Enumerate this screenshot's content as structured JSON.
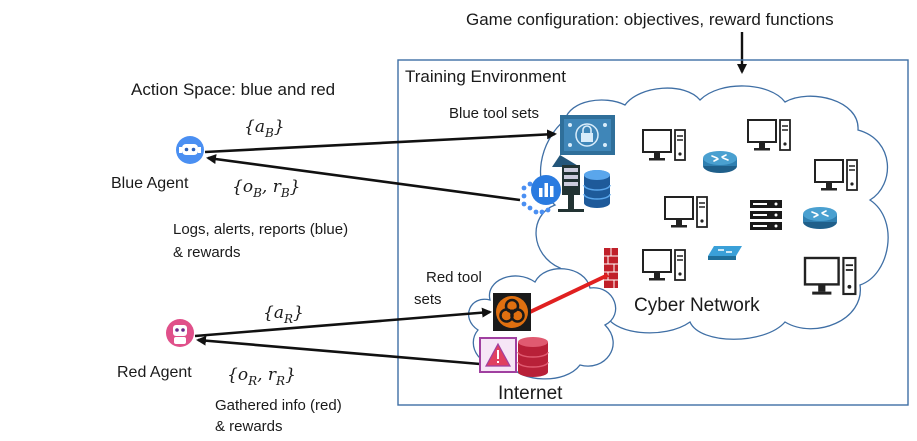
{
  "game_config": "Game configuration: objectives, reward functions",
  "training_env_label": "Training Environment",
  "action_space": "Action Space: blue and red",
  "blue_agent": {
    "name": "Blue Agent",
    "action_set": "{a",
    "action_sub": "B",
    "obs_open": "{o",
    "obs_sub": "B",
    "obs_mid": ", r",
    "reward_sub": "B",
    "close": "}",
    "feedback_line1": "Logs, alerts,  reports (blue)",
    "feedback_line2": "& rewards",
    "color": "#4a8ff2"
  },
  "red_agent": {
    "name": "Red Agent",
    "action_set": "{a",
    "action_sub": "R",
    "obs_open": "{o",
    "obs_sub": "R",
    "obs_mid": ", r",
    "reward_sub": "R",
    "close": "}",
    "feedback_line1": "Gathered info (red)",
    "feedback_line2": "& rewards",
    "color": "#e0508a"
  },
  "blue_tools": "Blue tool sets",
  "red_tools_line1": "Red tool",
  "red_tools_line2": "sets",
  "cyber_network": "Cyber Network",
  "internet": "Internet",
  "colors": {
    "frame": "#3f6fa5",
    "cloud": "#3f6fa5",
    "attack_link": "#e02020",
    "firewall": "#c0202a",
    "router": "#2f7fb0",
    "switch": "#3aa0d8",
    "database": "#1e5a9a",
    "hazard": "#e07010",
    "alert_doc": "#a040a0",
    "red_db": "#d0304a"
  },
  "icons": [
    "monitor-icon",
    "router-icon",
    "server-rack-icon",
    "switch-icon",
    "firewall-icon",
    "database-icon",
    "biohazard-icon",
    "alert-document-icon",
    "security-dashboard-icon",
    "analytics-icon",
    "robot-icon"
  ]
}
